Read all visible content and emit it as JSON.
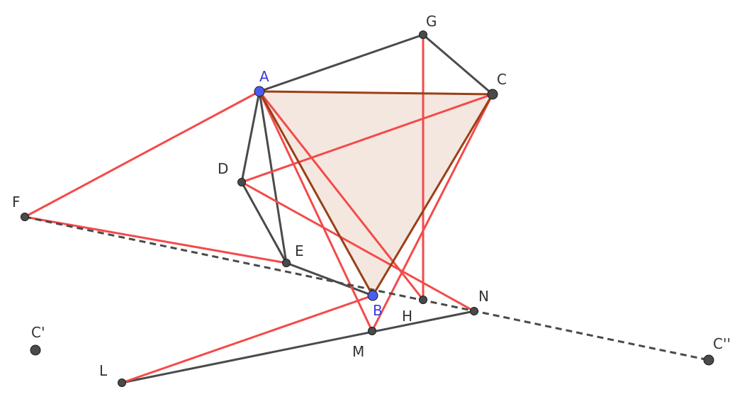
{
  "colors": {
    "red_segment": "#f44a4a",
    "dark_segment": "#4a4a4a",
    "triangle_edge": "#9b3f18",
    "triangle_fill": "#f3e4dc",
    "point_fill": "#4a4a4a",
    "free_point_fill": "#4a5cf0",
    "label_dark": "#333333",
    "label_blue": "#3a3adf"
  },
  "points": [
    {
      "id": "A",
      "label": "A",
      "free": true
    },
    {
      "id": "B",
      "label": "B",
      "free": true
    },
    {
      "id": "C",
      "label": "C",
      "free": false
    },
    {
      "id": "D",
      "label": "D",
      "free": false
    },
    {
      "id": "E",
      "label": "E",
      "free": false
    },
    {
      "id": "F",
      "label": "F",
      "free": false
    },
    {
      "id": "G",
      "label": "G",
      "free": false
    },
    {
      "id": "H",
      "label": "H",
      "free": false
    },
    {
      "id": "L",
      "label": "L",
      "free": false
    },
    {
      "id": "M",
      "label": "M",
      "free": false
    },
    {
      "id": "N",
      "label": "N",
      "free": false
    },
    {
      "id": "C1",
      "label": "C'",
      "free": false
    },
    {
      "id": "C2",
      "label": "C''",
      "free": false
    }
  ],
  "triangle": [
    "A",
    "B",
    "C"
  ],
  "segments": [
    {
      "from": "A",
      "to": "G",
      "style": "dark"
    },
    {
      "from": "G",
      "to": "C",
      "style": "dark"
    },
    {
      "from": "A",
      "to": "D",
      "style": "dark"
    },
    {
      "from": "D",
      "to": "E",
      "style": "dark"
    },
    {
      "from": "A",
      "to": "E",
      "style": "dark"
    },
    {
      "from": "E",
      "to": "B",
      "style": "dark"
    },
    {
      "from": "L",
      "to": "N",
      "style": "dark"
    },
    {
      "from": "A",
      "to": "F",
      "style": "red"
    },
    {
      "from": "F",
      "to": "E",
      "style": "red"
    },
    {
      "from": "D",
      "to": "C",
      "style": "red"
    },
    {
      "from": "D",
      "to": "N",
      "style": "red"
    },
    {
      "from": "G",
      "to": "H",
      "style": "red"
    },
    {
      "from": "A",
      "to": "H",
      "style": "red"
    },
    {
      "from": "A",
      "to": "M",
      "style": "red"
    },
    {
      "from": "C",
      "to": "M",
      "style": "red"
    },
    {
      "from": "L",
      "to": "B",
      "style": "red"
    },
    {
      "from": "F",
      "to": "C2",
      "style": "dashed"
    }
  ]
}
